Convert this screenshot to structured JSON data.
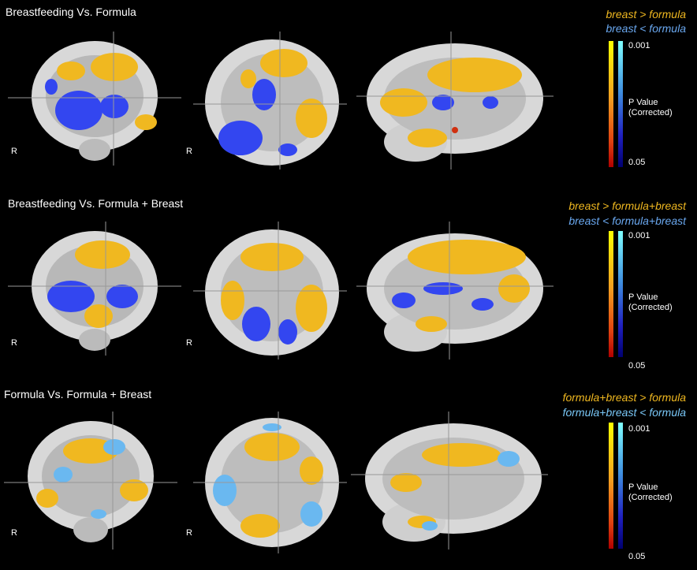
{
  "panels": [
    {
      "title": "Breastfeeding Vs. Formula",
      "legend_pos": "breast > formula",
      "legend_neg": "breast < formula",
      "cool_color": "#3346f0",
      "p_top": "0.001",
      "p_bottom": "0.05",
      "p_title_1": "P Value",
      "p_title_2": "(Corrected)",
      "side_label": "R"
    },
    {
      "title": "Breastfeeding Vs. Formula + Breast",
      "legend_pos": "breast > formula+breast",
      "legend_neg": "breast < formula+breast",
      "cool_color": "#3346f0",
      "p_top": "0.001",
      "p_bottom": "0.05",
      "p_title_1": "P Value",
      "p_title_2": "(Corrected)",
      "side_label": "R"
    },
    {
      "title": "Formula Vs. Formula + Breast",
      "legend_pos": "formula+breast > formula",
      "legend_neg": "formula+breast < formula",
      "cool_color": "#6ab8f0",
      "p_top": "0.001",
      "p_bottom": "0.05",
      "p_title_1": "P Value",
      "p_title_2": "(Corrected)",
      "side_label": "R"
    }
  ],
  "colors": {
    "warm": "#f0b820",
    "legend_pos_text": "#f0b820",
    "legend_neg_blue": "#6aa8f0",
    "legend_neg_light": "#7ac8f8"
  }
}
